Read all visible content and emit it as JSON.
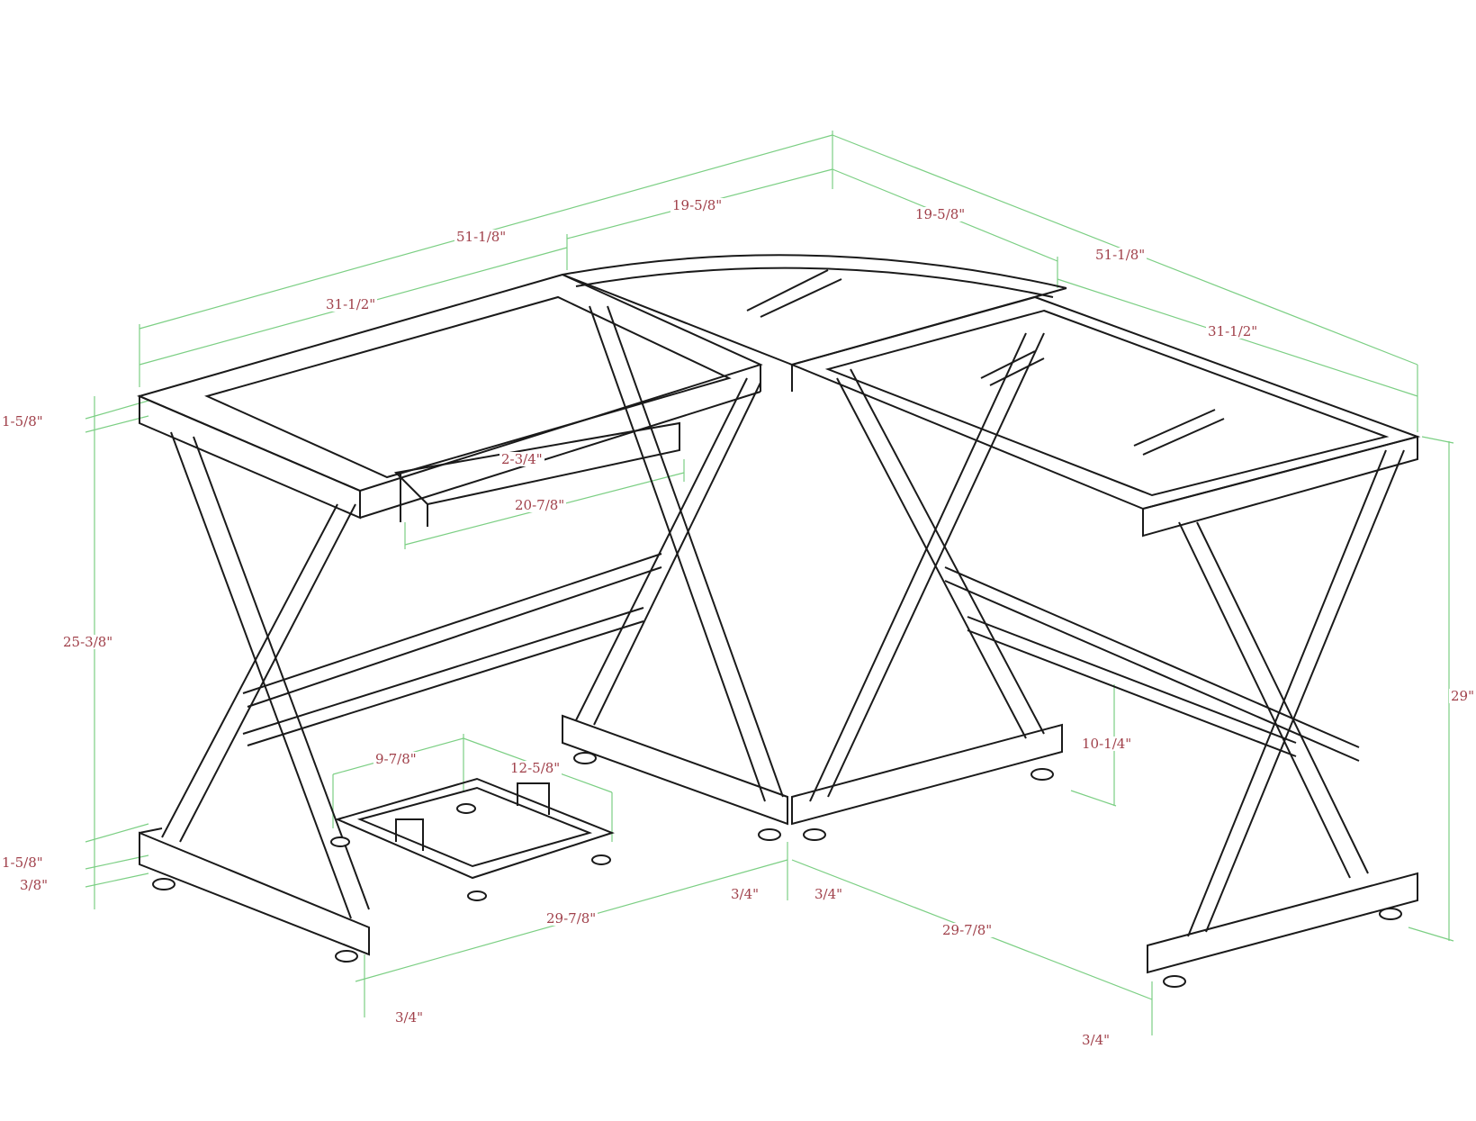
{
  "diagram": {
    "title": "L-shaped computer desk dimension drawing",
    "colors": {
      "line": "#1a1a1a",
      "dimension_line": "#7ccf84",
      "dimension_text": "#a0404a",
      "background": "#ffffff"
    },
    "dimensions": {
      "overall_left_length": "51-1/8\"",
      "overall_right_length": "51-1/8\"",
      "corner_left_depth": "19-5/8\"",
      "corner_right_depth": "19-5/8\"",
      "left_top_length": "31-1/2\"",
      "right_top_length": "31-1/2\"",
      "top_thickness_left": "1-5/8\"",
      "leg_height_left": "25-3/8\"",
      "base_rail_height": "1-5/8\"",
      "foot_height": "3/8\"",
      "total_height": "29\"",
      "keyboard_tray_height": "2-3/4\"",
      "keyboard_tray_width": "20-7/8\"",
      "cpu_stand_depth": "9-7/8\"",
      "cpu_stand_width": "12-5/8\"",
      "stretcher_clearance": "10-1/4\"",
      "base_left_depth": "29-7/8\"",
      "base_right_depth": "29-7/8\"",
      "corner_foot_left": "3/4\"",
      "corner_foot_right": "3/4\"",
      "left_foot_offset": "3/4\"",
      "right_foot_offset": "3/4\""
    }
  }
}
